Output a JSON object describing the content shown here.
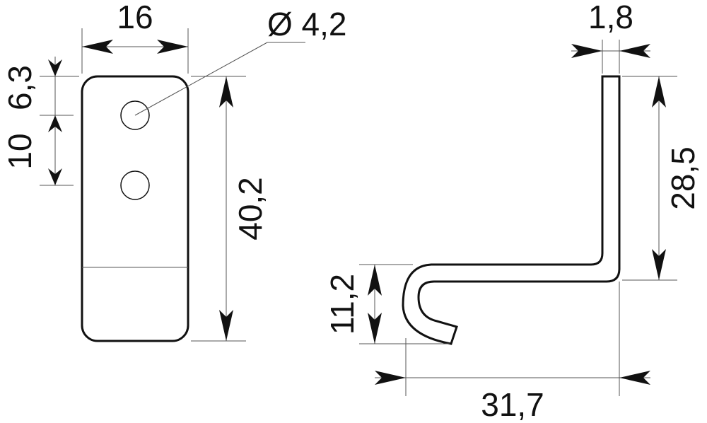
{
  "drawing": {
    "front_view": {
      "width_label": "16",
      "hole_label": "Ø 4,2",
      "top_offset_label": "6,3",
      "hole_spacing_label": "10",
      "height_label": "40,2"
    },
    "side_view": {
      "thickness_label": "1,8",
      "upper_height_label": "28,5",
      "hook_height_label": "11,2",
      "depth_label": "31,7"
    }
  }
}
